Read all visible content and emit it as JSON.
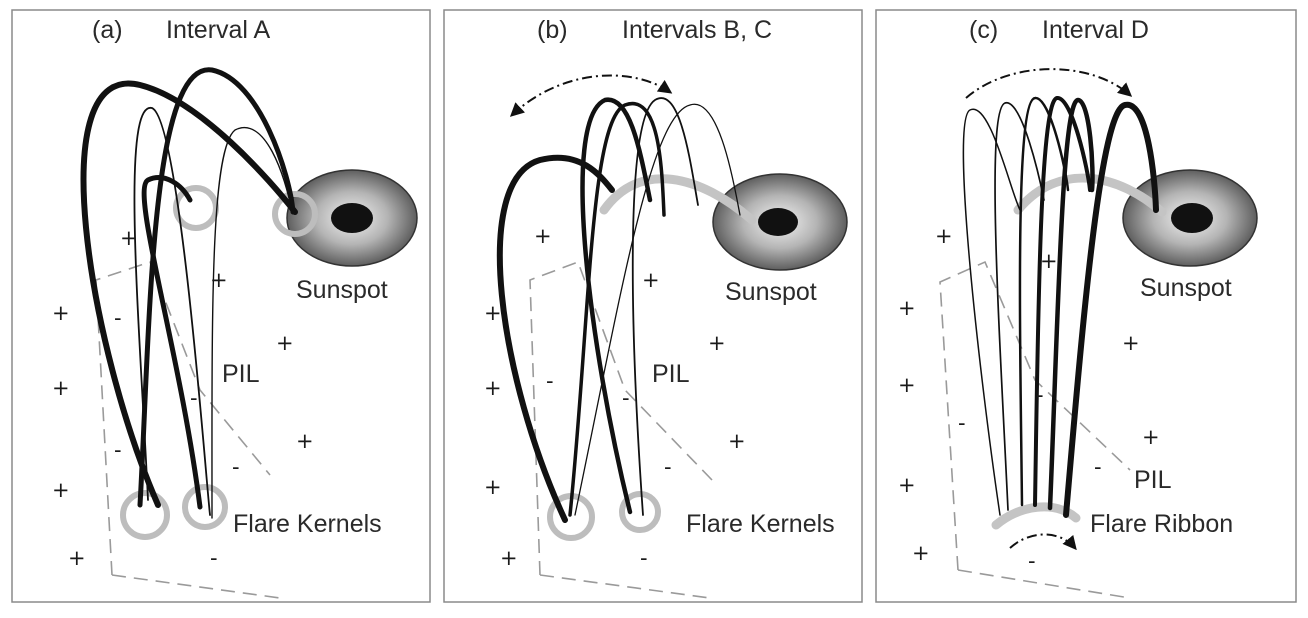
{
  "panels": [
    {
      "letter": "(a)",
      "title": "Interval A",
      "sunspot": "Sunspot",
      "pil": "PIL",
      "feature": "Flare Kernels"
    },
    {
      "letter": "(b)",
      "title": "Intervals B, C",
      "sunspot": "Sunspot",
      "pil": "PIL",
      "feature": "Flare Kernels"
    },
    {
      "letter": "(c)",
      "title": "Interval D",
      "sunspot": "Sunspot",
      "pil": "PIL",
      "feature": "Flare Ribbon"
    }
  ],
  "signs": {
    "plus": "+",
    "minus": "-"
  }
}
